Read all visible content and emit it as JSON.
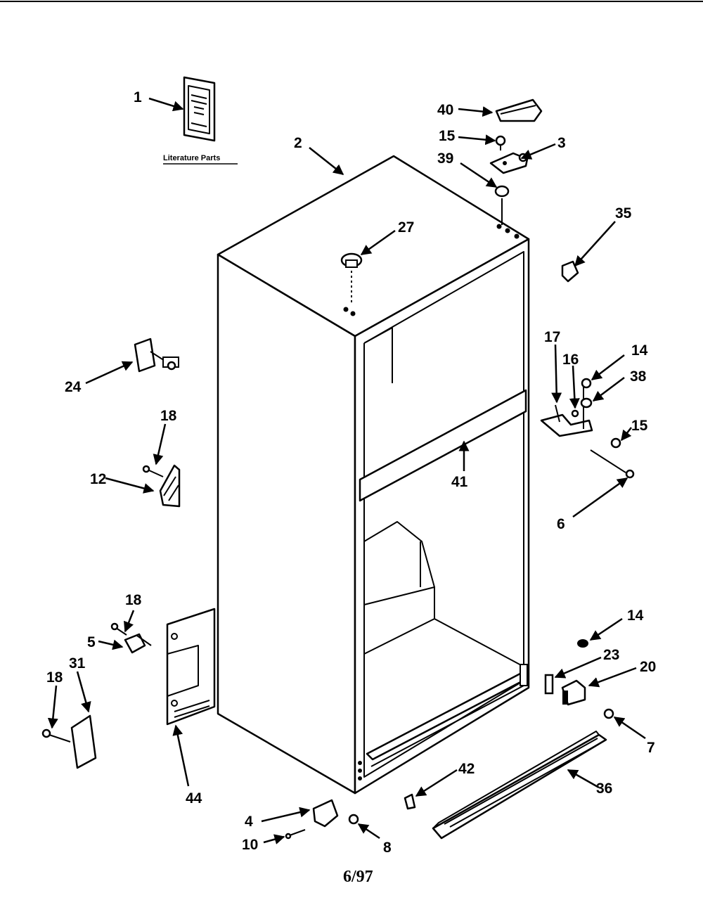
{
  "literature_caption": "Literature Parts",
  "date_code": "6/97",
  "callouts": [
    "1",
    "2",
    "3",
    "4",
    "5",
    "6",
    "7",
    "8",
    "10",
    "12",
    "14",
    "14",
    "15",
    "15",
    "16",
    "17",
    "18",
    "18",
    "18",
    "20",
    "23",
    "24",
    "27",
    "31",
    "35",
    "36",
    "38",
    "39",
    "40",
    "41",
    "42",
    "44"
  ]
}
